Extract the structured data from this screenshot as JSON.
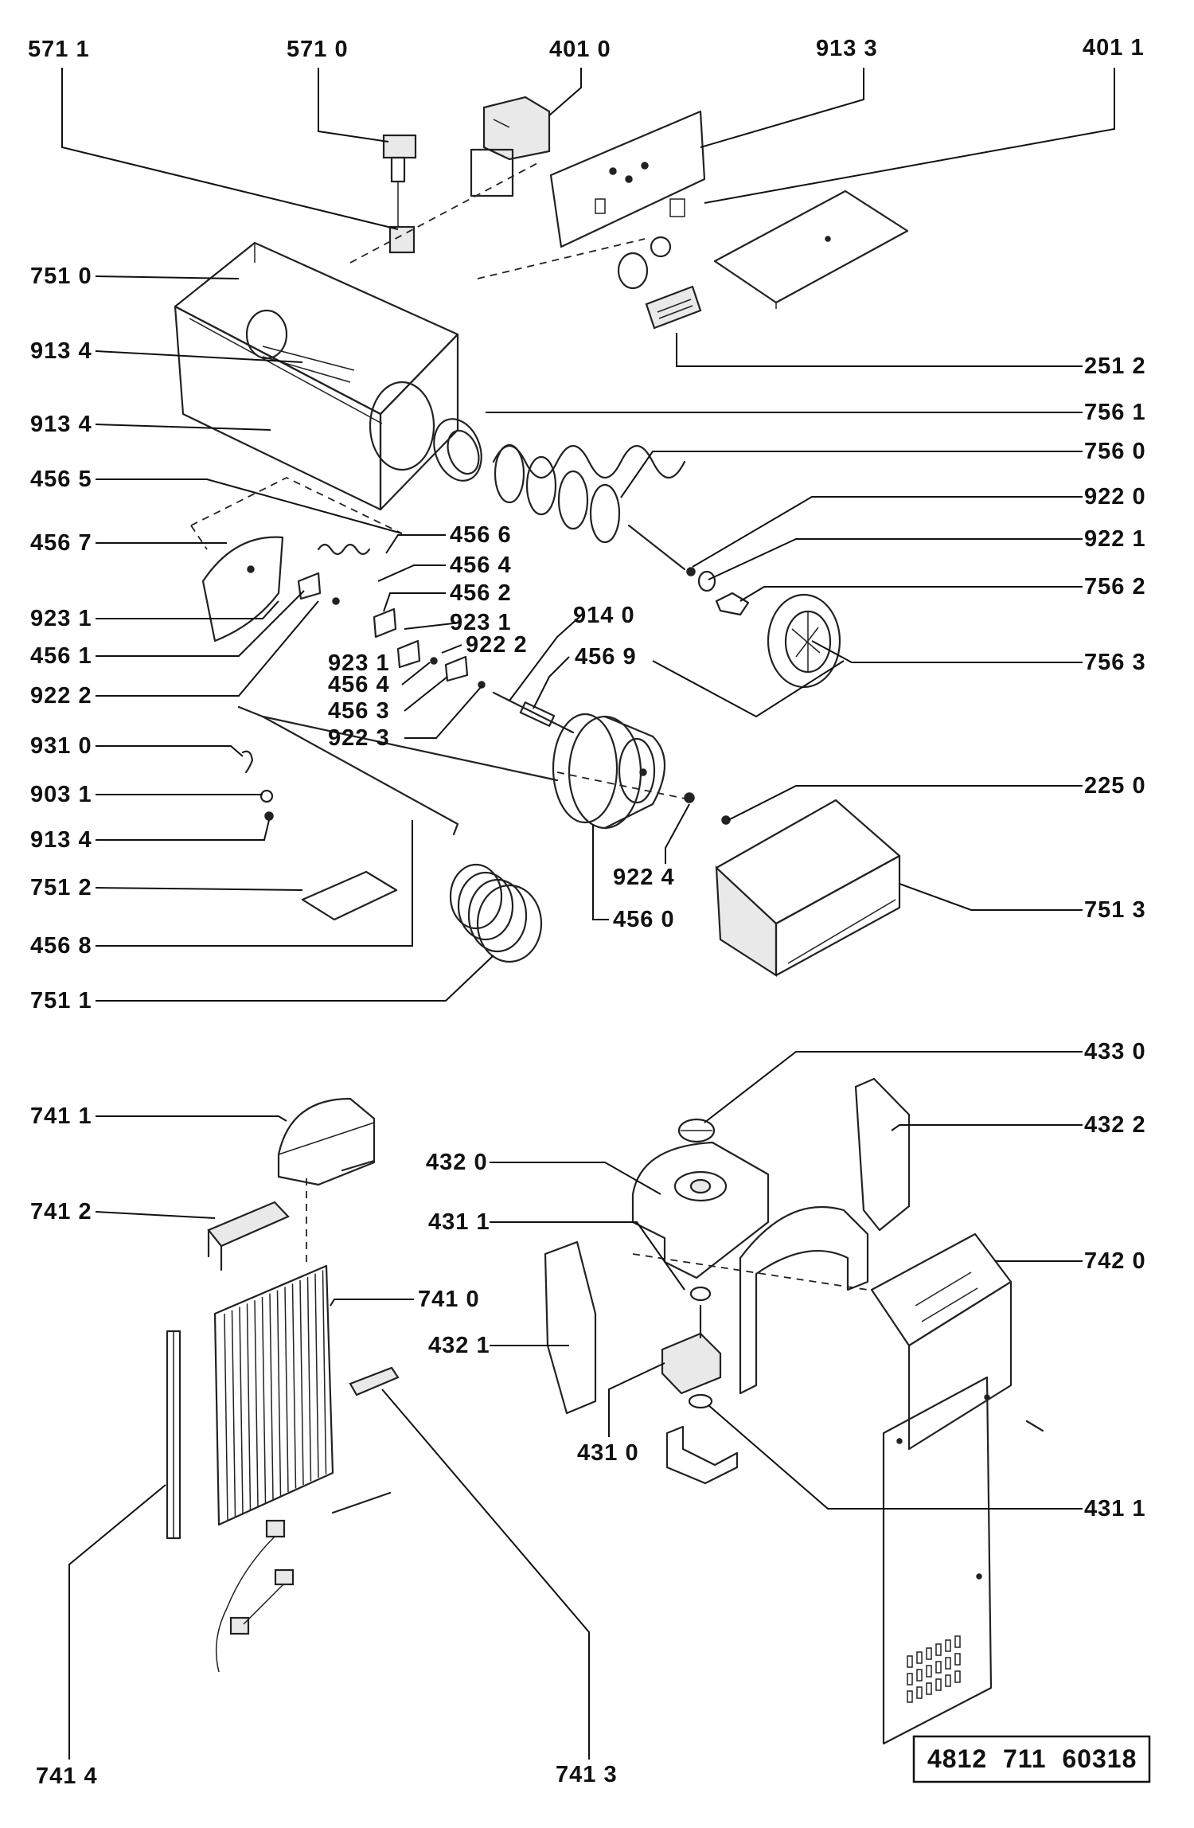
{
  "document_number": "4812  711  60318",
  "callouts": [
    {
      "id": "c01",
      "text": "571 1"
    },
    {
      "id": "c02",
      "text": "571 0"
    },
    {
      "id": "c03",
      "text": "401 0"
    },
    {
      "id": "c04",
      "text": "913 3"
    },
    {
      "id": "c05",
      "text": "401 1"
    },
    {
      "id": "c06",
      "text": "751 0"
    },
    {
      "id": "c07",
      "text": "913 4"
    },
    {
      "id": "c08",
      "text": "913 4"
    },
    {
      "id": "c09",
      "text": "251 2"
    },
    {
      "id": "c10",
      "text": "756 1"
    },
    {
      "id": "c11",
      "text": "756 0"
    },
    {
      "id": "c12",
      "text": "456 5"
    },
    {
      "id": "c13",
      "text": "922 0"
    },
    {
      "id": "c14",
      "text": "456 7"
    },
    {
      "id": "c15",
      "text": "456 6"
    },
    {
      "id": "c16",
      "text": "922 1"
    },
    {
      "id": "c17",
      "text": "456 4"
    },
    {
      "id": "c18",
      "text": "756 2"
    },
    {
      "id": "c19",
      "text": "456 2"
    },
    {
      "id": "c20",
      "text": "923 1"
    },
    {
      "id": "c21",
      "text": "923 1"
    },
    {
      "id": "c22",
      "text": "914 0"
    },
    {
      "id": "c23",
      "text": "456 1"
    },
    {
      "id": "c24",
      "text": "923 1"
    },
    {
      "id": "c25",
      "text": "922 2"
    },
    {
      "id": "c26",
      "text": "456 9"
    },
    {
      "id": "c27",
      "text": "756 3"
    },
    {
      "id": "c28",
      "text": "922 2"
    },
    {
      "id": "c29",
      "text": "456 4"
    },
    {
      "id": "c30",
      "text": "456 3"
    },
    {
      "id": "c31",
      "text": "922 3"
    },
    {
      "id": "c32",
      "text": "931 0"
    },
    {
      "id": "c33",
      "text": "225 0"
    },
    {
      "id": "c34",
      "text": "903 1"
    },
    {
      "id": "c35",
      "text": "913 4"
    },
    {
      "id": "c36",
      "text": "922 4"
    },
    {
      "id": "c37",
      "text": "751 2"
    },
    {
      "id": "c38",
      "text": "751 3"
    },
    {
      "id": "c39",
      "text": "456 0"
    },
    {
      "id": "c40",
      "text": "456 8"
    },
    {
      "id": "c41",
      "text": "751 1"
    },
    {
      "id": "c42",
      "text": "433 0"
    },
    {
      "id": "c43",
      "text": "741 1"
    },
    {
      "id": "c44",
      "text": "432 2"
    },
    {
      "id": "c45",
      "text": "432 0"
    },
    {
      "id": "c46",
      "text": "431 1"
    },
    {
      "id": "c47",
      "text": "741 2"
    },
    {
      "id": "c48",
      "text": "742 0"
    },
    {
      "id": "c49",
      "text": "741 0"
    },
    {
      "id": "c50",
      "text": "432 1"
    },
    {
      "id": "c51",
      "text": "431 0"
    },
    {
      "id": "c52",
      "text": "431 1"
    },
    {
      "id": "c53",
      "text": "741 4"
    },
    {
      "id": "c54",
      "text": "741 3"
    }
  ]
}
